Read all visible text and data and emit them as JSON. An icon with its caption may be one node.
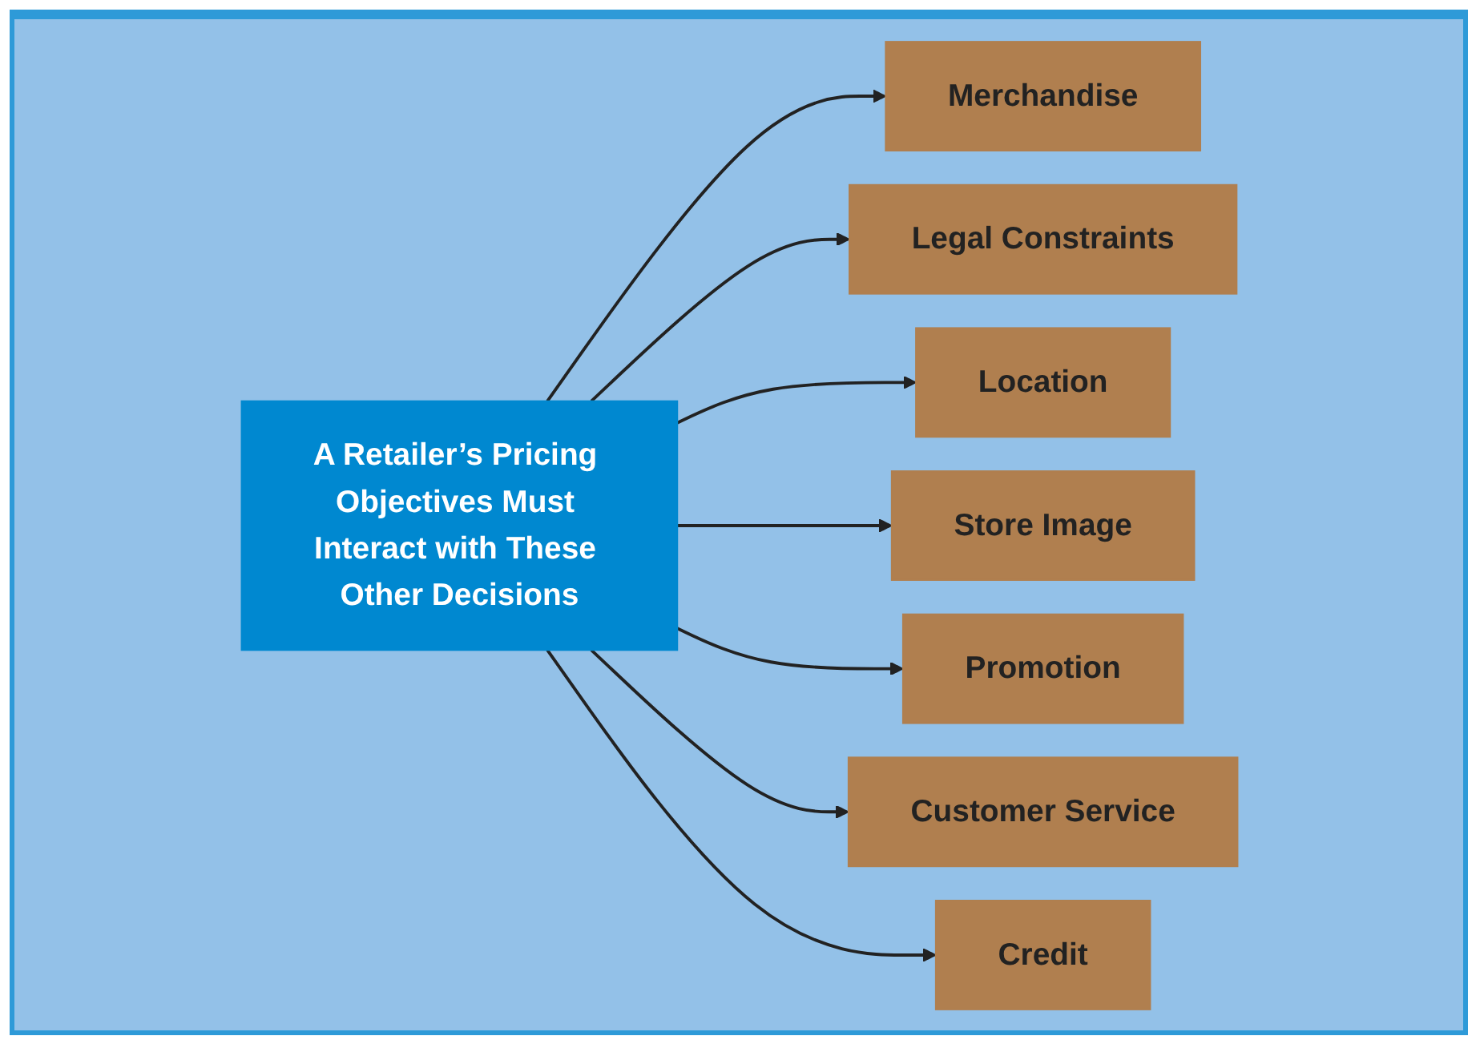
{
  "diagram": {
    "nodes": [
      {
        "text": [
          "Merchandise"
        ]
      },
      {
        "text": [
          "Legal Constraints"
        ]
      },
      {
        "text": [
          "Location"
        ]
      },
      {
        "text": [
          "A Retailer’s Pricing Objectives Must Interact with These Other Decisions"
        ]
      },
      {
        "text": [
          "Store Image"
        ]
      },
      {
        "text": [
          "Promotion"
        ]
      },
      {
        "text": [
          "Customer Service"
        ]
      },
      {
        "text": [
          "Credit"
        ]
      }
    ],
    "edges": [
      {
        "from": 3,
        "to": 0,
        "arrow": "to"
      },
      {
        "from": 3,
        "to": 1,
        "arrow": "to"
      },
      {
        "from": 3,
        "to": 2,
        "arrow": "to"
      },
      {
        "from": 3,
        "to": 4,
        "arrow": "to"
      },
      {
        "from": 3,
        "to": 5,
        "arrow": "to"
      },
      {
        "from": 3,
        "to": 6,
        "arrow": "to"
      },
      {
        "from": 3,
        "to": 7,
        "arrow": "to"
      }
    ]
  }
}
